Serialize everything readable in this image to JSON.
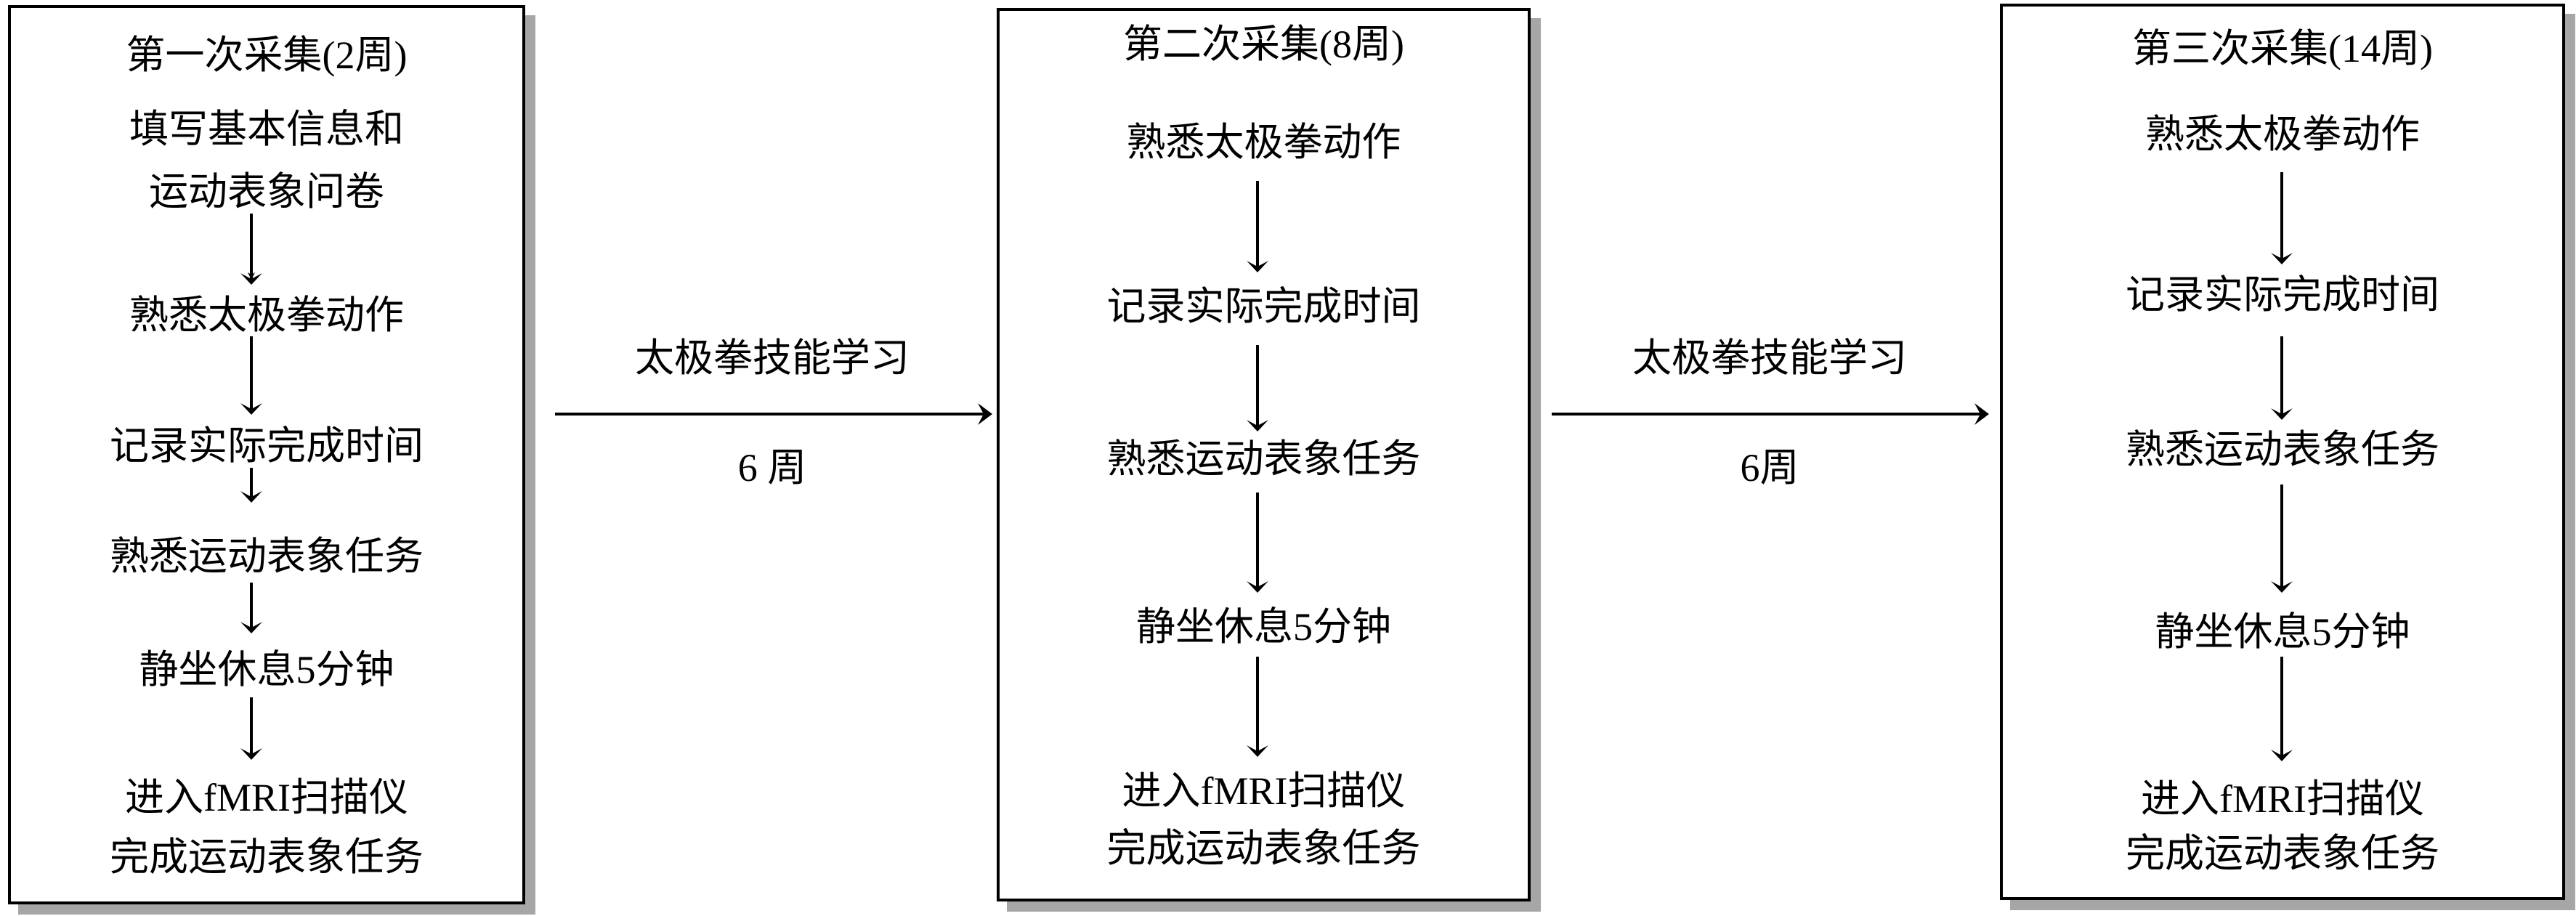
{
  "phase1": {
    "title": "第一次采集(2周)",
    "steps": [
      "填写基本信息和",
      "运动表象问卷",
      "熟悉太极拳动作",
      "记录实际完成时间",
      "熟悉运动表象任务",
      "静坐休息5分钟",
      "进入fMRI扫描仪",
      "完成运动表象任务"
    ]
  },
  "transition1": {
    "label": "太极拳技能学习",
    "duration": "6 周"
  },
  "phase2": {
    "title": "第二次采集(8周)",
    "steps": [
      "熟悉太极拳动作",
      "记录实际完成时间",
      "熟悉运动表象任务",
      "静坐休息5分钟",
      "进入fMRI扫描仪",
      "完成运动表象任务"
    ]
  },
  "transition2": {
    "label": "太极拳技能学习",
    "duration": "6周"
  },
  "phase3": {
    "title": "第三次采集(14周)",
    "steps": [
      "熟悉太极拳动作",
      "记录实际完成时间",
      "熟悉运动表象任务",
      "静坐休息5分钟",
      "进入fMRI扫描仪",
      "完成运动表象任务"
    ]
  }
}
